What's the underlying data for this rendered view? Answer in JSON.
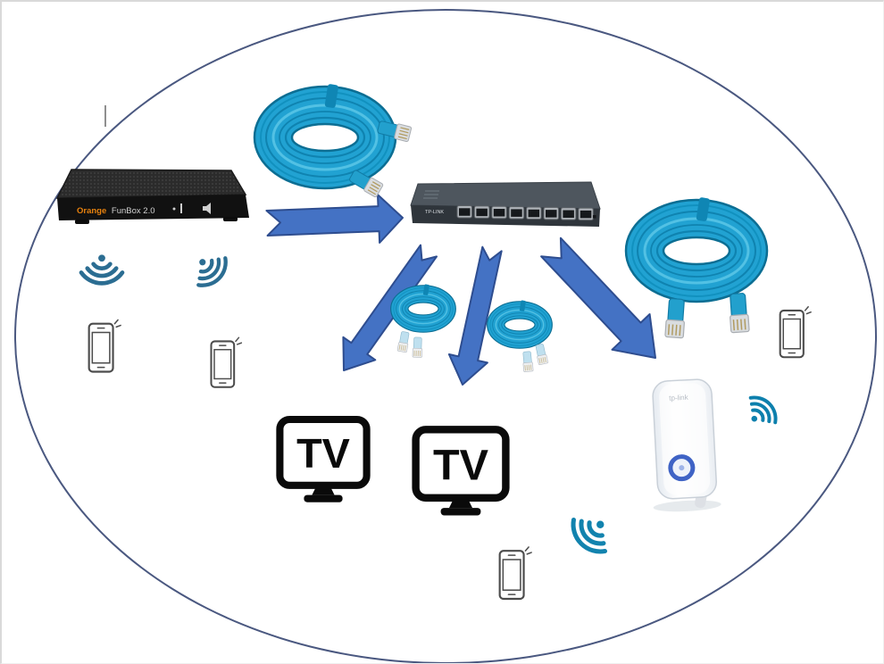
{
  "devices": {
    "router": {
      "brand": "Orange",
      "model": "FunBox 2.0"
    },
    "switch": {
      "brand": "TP-LINK",
      "ports_visible": 8
    },
    "tvs": [
      {
        "label": "TV"
      },
      {
        "label": "TV"
      }
    ],
    "repeater": {
      "brand": "tp-link"
    },
    "phone_count": 4,
    "wifi_signal_count": 4,
    "ethernet_cable_count": 4
  },
  "colors": {
    "arrow_fill": "#4472c4",
    "arrow_outline": "#2e4d8f",
    "cable_blue": "#21a2d2",
    "wifi_dark_teal": "#2b6d92",
    "wifi_bright_teal": "#0d80ad",
    "boundary_stroke": "#4a5880"
  }
}
